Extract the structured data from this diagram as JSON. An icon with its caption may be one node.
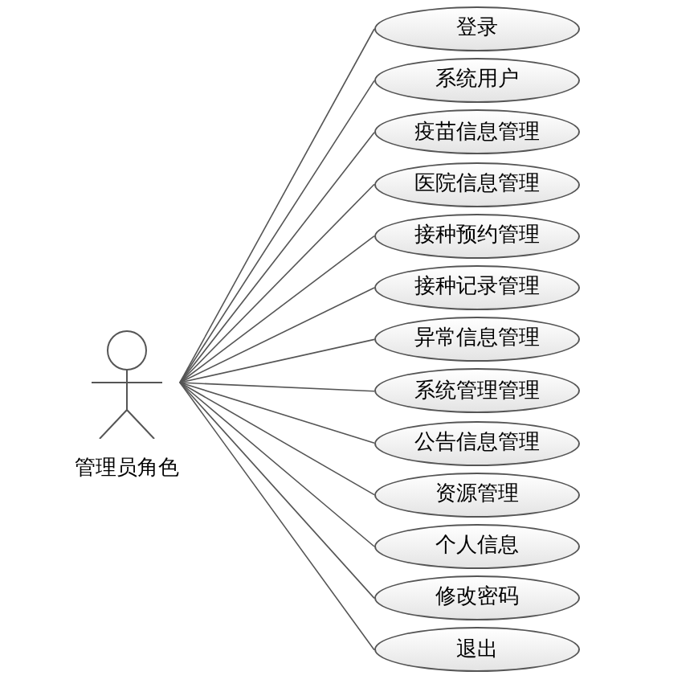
{
  "diagram": {
    "nodes": [
      {
        "text": [
          "管理员角色"
        ]
      },
      {
        "text": [
          "登录"
        ]
      },
      {
        "text": [
          "系统用户"
        ]
      },
      {
        "text": [
          "疫苗信息管理"
        ]
      },
      {
        "text": [
          "医院信息管理"
        ]
      },
      {
        "text": [
          "接种预约管理"
        ]
      },
      {
        "text": [
          "接种记录管理"
        ]
      },
      {
        "text": [
          "异常信息管理"
        ]
      },
      {
        "text": [
          "系统管理管理"
        ]
      },
      {
        "text": [
          "公告信息管理"
        ]
      },
      {
        "text": [
          "资源管理"
        ]
      },
      {
        "text": [
          "个人信息"
        ]
      },
      {
        "text": [
          "修改密码"
        ]
      },
      {
        "text": [
          "退出"
        ]
      }
    ],
    "edges": [
      {
        "from": 0,
        "to": 1,
        "arrow": "none"
      },
      {
        "from": 0,
        "to": 2,
        "arrow": "none"
      },
      {
        "from": 0,
        "to": 3,
        "arrow": "none"
      },
      {
        "from": 0,
        "to": 4,
        "arrow": "none"
      },
      {
        "from": 0,
        "to": 5,
        "arrow": "none"
      },
      {
        "from": 0,
        "to": 6,
        "arrow": "none"
      },
      {
        "from": 0,
        "to": 7,
        "arrow": "none"
      },
      {
        "from": 0,
        "to": 8,
        "arrow": "none"
      },
      {
        "from": 0,
        "to": 9,
        "arrow": "none"
      },
      {
        "from": 0,
        "to": 10,
        "arrow": "none"
      },
      {
        "from": 0,
        "to": 11,
        "arrow": "none"
      },
      {
        "from": 0,
        "to": 12,
        "arrow": "none"
      },
      {
        "from": 0,
        "to": 13,
        "arrow": "none"
      }
    ]
  }
}
